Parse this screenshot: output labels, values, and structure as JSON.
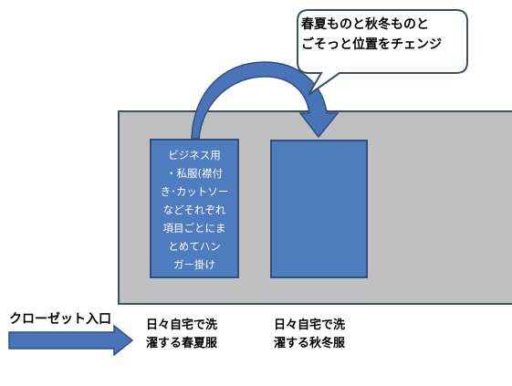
{
  "callout": {
    "lines": [
      "春夏ものと秋冬ものと",
      "ごそっと位置をチェンジ"
    ]
  },
  "left_box": {
    "lines": [
      "ビジネス用",
      "・私服(襟付",
      "き･カットソー",
      "などそれぞれ",
      "項目ごとにま",
      "とめてハン",
      "ガー掛け"
    ]
  },
  "entrance": {
    "label": "クローゼット入口"
  },
  "captions": {
    "left": [
      "日々自宅で洗",
      "濯する春夏服"
    ],
    "right": [
      "日々自宅で洗",
      "濯する秋冬服"
    ]
  },
  "colors": {
    "closet_fill": "#c0c0c0",
    "closet_border": "#3a4e66",
    "box_fill": "#4f7cbf",
    "box_border": "#2f4f80",
    "arrow_fill": "#4a74b8",
    "callout_border": "#3a4e66"
  }
}
